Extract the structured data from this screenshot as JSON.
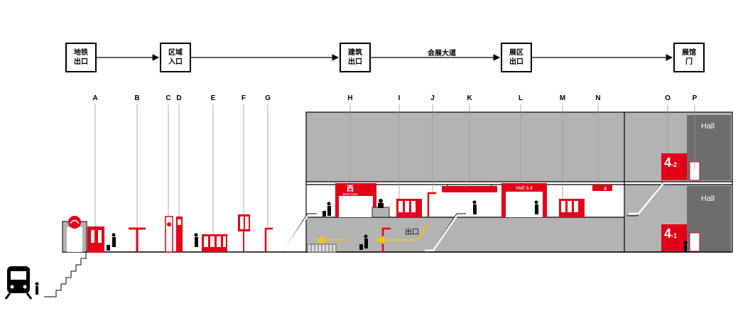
{
  "flow": {
    "steps": [
      {
        "label": "地铁\n出口"
      },
      {
        "label": "区域\n入口"
      },
      {
        "label": "建筑\n出口"
      },
      {
        "label": "展区\n出口"
      },
      {
        "label": "展馆\n门"
      }
    ],
    "connector_label": "会展大道"
  },
  "columns": [
    "A",
    "B",
    "C",
    "D",
    "E",
    "F",
    "G",
    "H",
    "I",
    "J",
    "K",
    "L",
    "M",
    "N",
    "O",
    "P"
  ],
  "signs": {
    "west_main": "西",
    "west_sub": "West Gate",
    "hall_sign": "Hall 3,4",
    "small_direction": "4",
    "exit_label": "出口"
  },
  "hall_upper": {
    "name": "Hall",
    "number": "4",
    "suffix": "-2"
  },
  "hall_lower": {
    "name": "Hall",
    "number": "4",
    "suffix": "-1"
  },
  "colors": {
    "brand_red": "#e2001a",
    "wall_gray": "#b3b3b3",
    "hall_dark": "#6d6d6d",
    "arrow_yellow": "#f5c400"
  }
}
